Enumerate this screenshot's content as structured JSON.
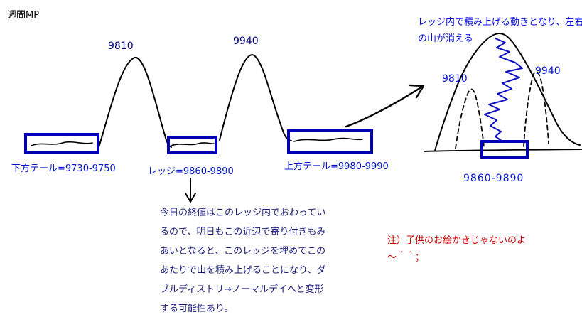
{
  "title": "週間MP",
  "colors": {
    "ink": "#000000",
    "navy": "#000080",
    "blue": "#0014cc",
    "bright_blue": "#0008e0",
    "box_blue": "#0000b3",
    "zigzag_blue": "#0f12c4",
    "note_navy": "#1a1a78",
    "red": "#cc0000"
  },
  "left_diagram": {
    "peak1": "9810",
    "peak2": "9940",
    "lower_tail_label": "下方テール=9730-9750",
    "ledge_label": "レッジ=9860-9890",
    "upper_tail_label": "上方テール=9980-9990"
  },
  "right_diagram": {
    "annotation_line1": "レッジ内で積み上げる動きとなり、左右",
    "annotation_line2": "の山が消える",
    "peak_left": "9810",
    "peak_right": "9940",
    "ledge_range": "9860-9890"
  },
  "note": {
    "lines": [
      "今日の終値はこのレッジ内でおわってい",
      "るので、明日もこの近辺で寄り付きもみ",
      "あいとなると、このレッジを埋めてこの",
      "あたりで山を積み上げることになり、ダ",
      "ブルディストリ→ノーマルデイへと変形",
      "する可能性あり。"
    ]
  },
  "joke": {
    "line1": "注）子供のお絵かきじゃないのよ",
    "line2": "～＾＾；"
  }
}
